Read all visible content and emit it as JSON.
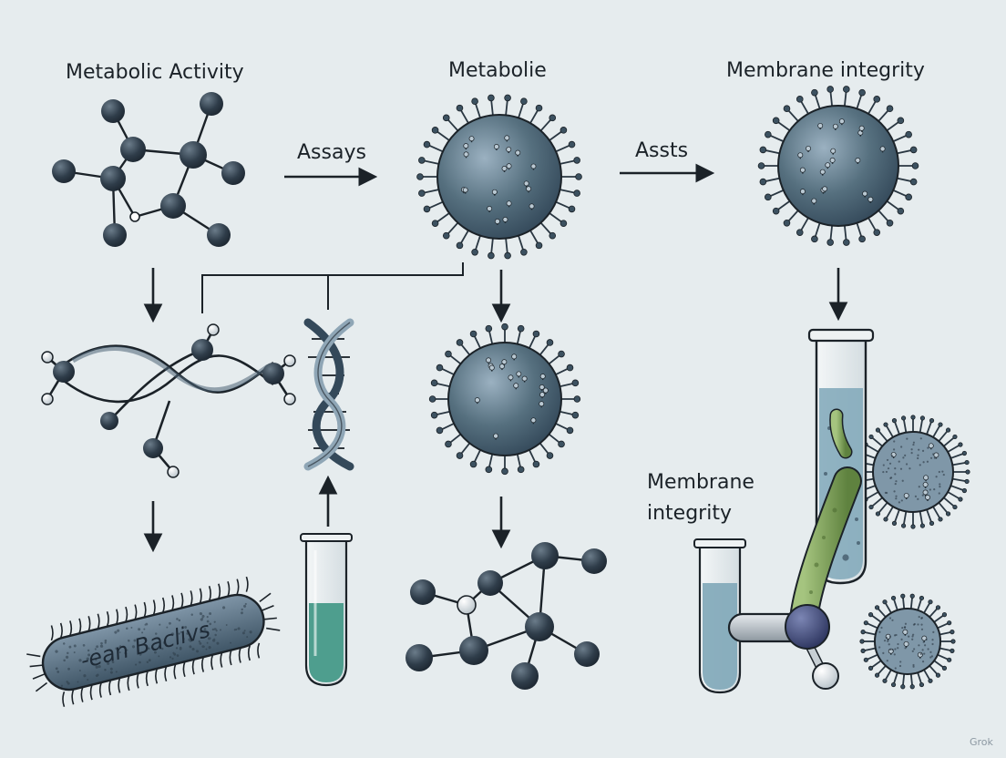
{
  "labels": {
    "metabolic_activity": "Metabolic Activity",
    "metabolie": "Metabolie",
    "membrane_integrity_top": "Membrane integrity",
    "assays": "Assays",
    "assts": "Assts",
    "membrane_integrity_lower_1": "Membrane",
    "membrane_integrity_lower_2": "integrity",
    "bacillus_text": "-ean  Baclivs",
    "watermark": "Grok"
  },
  "colors": {
    "background": "#e6ecee",
    "ink": "#1b2228",
    "node_dark": "#2f3d4a",
    "virus_body": "#4d6577",
    "virus_light": "#7d96a8",
    "liquid_teal": "#4e9e8e",
    "liquid_blue": "#7fa7b8",
    "bacterium_green": "#7fa25c",
    "bacillus_body": "#5d7487"
  },
  "icons": [
    "molecule-network-icon",
    "virus-particle-icon",
    "dna-helix-icon",
    "test-tube-icon",
    "rod-bacterium-icon",
    "flow-arrow-icon"
  ]
}
